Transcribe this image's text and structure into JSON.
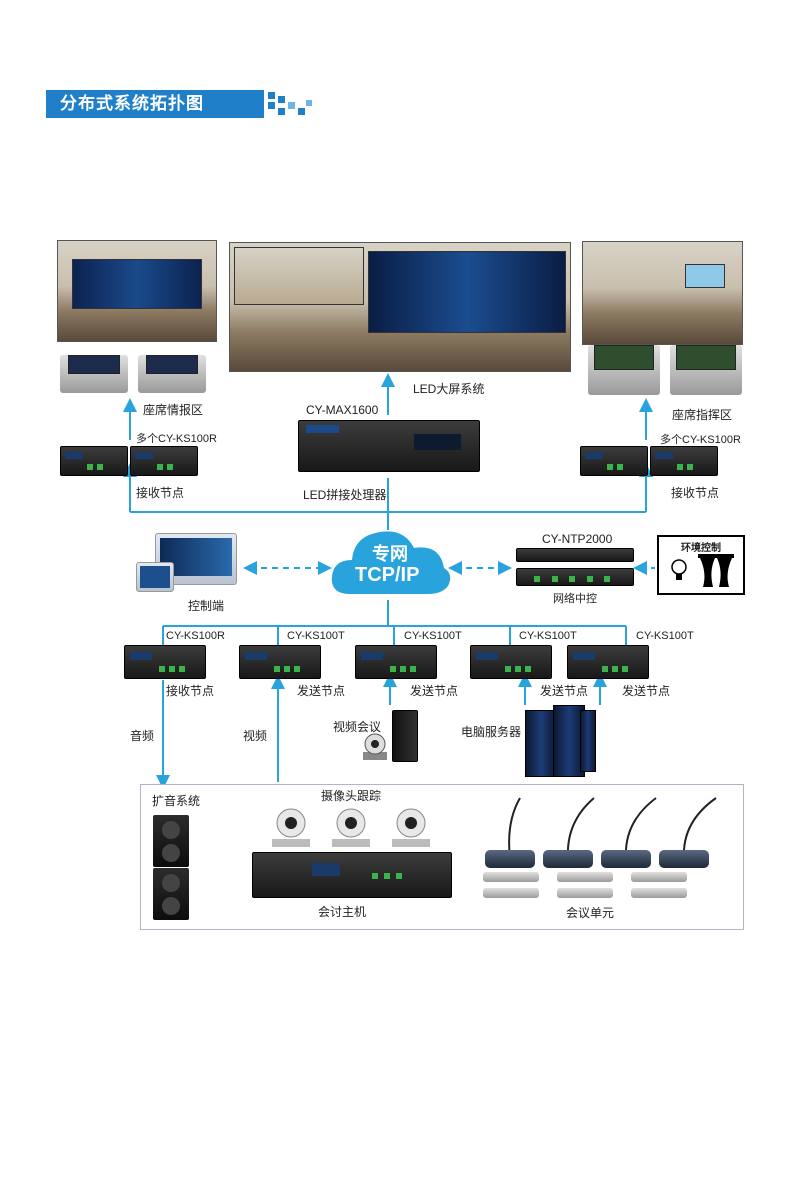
{
  "header": {
    "title": "分布式系统拓扑图"
  },
  "top": {
    "seat_info_area": "座席情报区",
    "left_device_model": "多个CY-KS100R",
    "left_receive_node": "接收节点",
    "led_system": "LED大屏系统",
    "center_model": "CY-MAX1600",
    "led_processor": "LED拼接处理器",
    "seat_command_area": "座席指挥区",
    "right_device_model": "多个CY-KS100R",
    "right_receive_node": "接收节点"
  },
  "middle": {
    "cloud_line1": "专网",
    "cloud_line2": "TCP/IP",
    "control_terminal": "控制端",
    "ntp_model": "CY-NTP2000",
    "network_control": "网络中控",
    "env_control": "环境控制"
  },
  "nodes": [
    {
      "model": "CY-KS100R",
      "role": "接收节点"
    },
    {
      "model": "CY-KS100T",
      "role": "发送节点"
    },
    {
      "model": "CY-KS100T",
      "role": "发送节点"
    },
    {
      "model": "CY-KS100T",
      "role": "发送节点"
    },
    {
      "model": "CY-KS100T",
      "role": "发送节点"
    }
  ],
  "sources": {
    "audio": "音频",
    "video": "视频",
    "video_conference": "视频会议",
    "pc_server": "电脑服务器"
  },
  "bottom": {
    "pa_system": "扩音系统",
    "camera_tracking": "摄像头跟踪",
    "conference_host": "会讨主机",
    "conference_unit": "会议单元"
  },
  "colors": {
    "accent": "#1f7fc8",
    "line": "#29a3dc"
  }
}
